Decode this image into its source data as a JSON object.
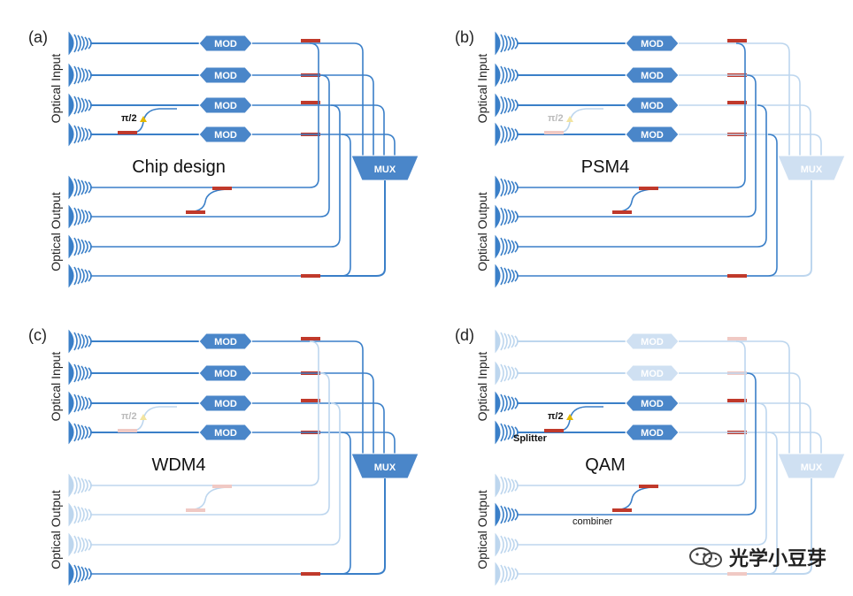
{
  "figure": {
    "panels": [
      {
        "id": "a",
        "label": "(a)",
        "caption": "Chip design",
        "input_label": "Optical Input",
        "output_label": "Optical Output",
        "mod_label": "MOD",
        "mux_label": "MUX",
        "pi_label": "π/2",
        "active_inputs": [
          1,
          1,
          1,
          1
        ],
        "active_outputs": [
          1,
          1,
          1,
          1
        ],
        "mux_active": true,
        "pi_active": true
      },
      {
        "id": "b",
        "label": "(b)",
        "caption": "PSM4",
        "input_label": "Optical Input",
        "output_label": "Optical Output",
        "mod_label": "MOD",
        "mux_label": "MUX",
        "pi_label": "π/2",
        "active_inputs": [
          1,
          1,
          1,
          1
        ],
        "active_outputs": [
          1,
          1,
          1,
          1
        ],
        "mux_active": false,
        "pi_active": false
      },
      {
        "id": "c",
        "label": "(c)",
        "caption": "WDM4",
        "input_label": "Optical Input",
        "output_label": "Optical Output",
        "mod_label": "MOD",
        "mux_label": "MUX",
        "pi_label": "π/2",
        "active_inputs": [
          1,
          1,
          1,
          1
        ],
        "active_outputs": [
          0,
          0,
          0,
          1
        ],
        "mux_active": true,
        "pi_active": false
      },
      {
        "id": "d",
        "label": "(d)",
        "caption": "QAM",
        "input_label": "Optical Input",
        "output_label": "Optical Output",
        "mod_label": "MOD",
        "mux_label": "MUX",
        "pi_label": "π/2",
        "splitter_label": "Splitter",
        "combiner_label": "combiner",
        "active_inputs": [
          0,
          0,
          1,
          1
        ],
        "active_outputs": [
          0,
          1,
          0,
          0
        ],
        "mux_active": false,
        "pi_active": true
      }
    ],
    "colors": {
      "waveguide": "#3a7fc8",
      "waveguide_faded": "#bdd6ee",
      "mod_fill": "#4a86c9",
      "mod_fill_faded": "#cfe0f2",
      "heater": "#c0392b",
      "heater_faded": "#f0c9c4",
      "grating": "#3a7fc8"
    }
  },
  "watermark": {
    "text": "光学小豆芽"
  }
}
